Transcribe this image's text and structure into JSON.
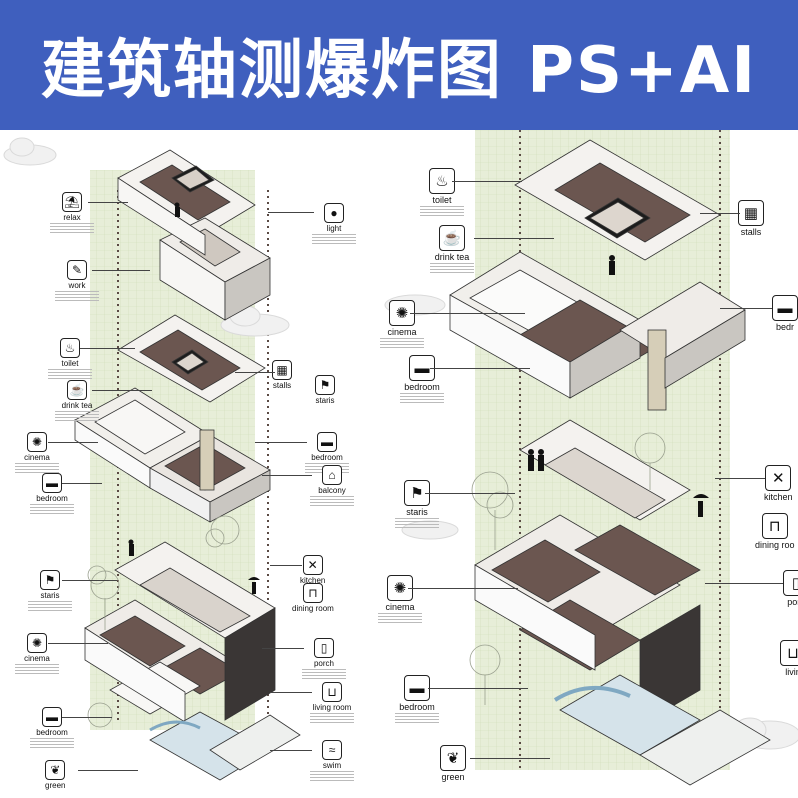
{
  "banner": {
    "title": "建筑轴测爆炸图 PS+AI",
    "bg": "#3f5fbe",
    "fg": "#ffffff"
  },
  "colors": {
    "floor_dark": "#6b5650",
    "wall": "#f4f2ef",
    "wall_shade": "#c9c6c1",
    "grid_green": "#e4ecd3",
    "glass": "#e5e2dc"
  },
  "left_labels": {
    "relax": "relax",
    "light": "light",
    "work": "work",
    "toilet": "toilet",
    "stalls": "stalls",
    "staris_top": "staris",
    "drink_tea": "drink tea",
    "cinema_mid": "cinema",
    "bedroom_mid_r": "bedroom",
    "bedroom_mid_l": "bedroom",
    "balcony": "balcony",
    "kitchen": "kitchen",
    "dining_room": "dining room",
    "staris_low": "staris",
    "cinema_low": "cinema",
    "porch": "porch",
    "living_room": "living room",
    "bedroom_low": "bedroom",
    "swim": "swim",
    "green": "green"
  },
  "right_labels": {
    "toilet": "toilet",
    "stalls": "stalls",
    "drink_tea": "drink tea",
    "bedroom_cut": "bedr",
    "cinema": "cinema",
    "bedroom": "bedroom",
    "kitchen": "kitchen",
    "dining_room": "dining roo",
    "staris": "staris",
    "cinema_low": "cinema",
    "bedroom_low": "bedroom",
    "porch_cut": "porc",
    "living_cut": "livin",
    "green": "green"
  },
  "icons": {
    "relax": "recliner-icon",
    "light": "lamp-icon",
    "work": "desk-icon",
    "toilet": "toilet-icon",
    "stalls": "shelf-icon",
    "staris": "stairs-person-icon",
    "drink_tea": "tea-icon",
    "cinema": "film-reel-icon",
    "bedroom": "bed-icon",
    "balcony": "chair-icon",
    "kitchen": "utensils-icon",
    "dining_room": "table-icon",
    "porch": "door-icon",
    "living_room": "sofa-icon",
    "swim": "swimmer-icon",
    "green": "leaf-icon"
  }
}
